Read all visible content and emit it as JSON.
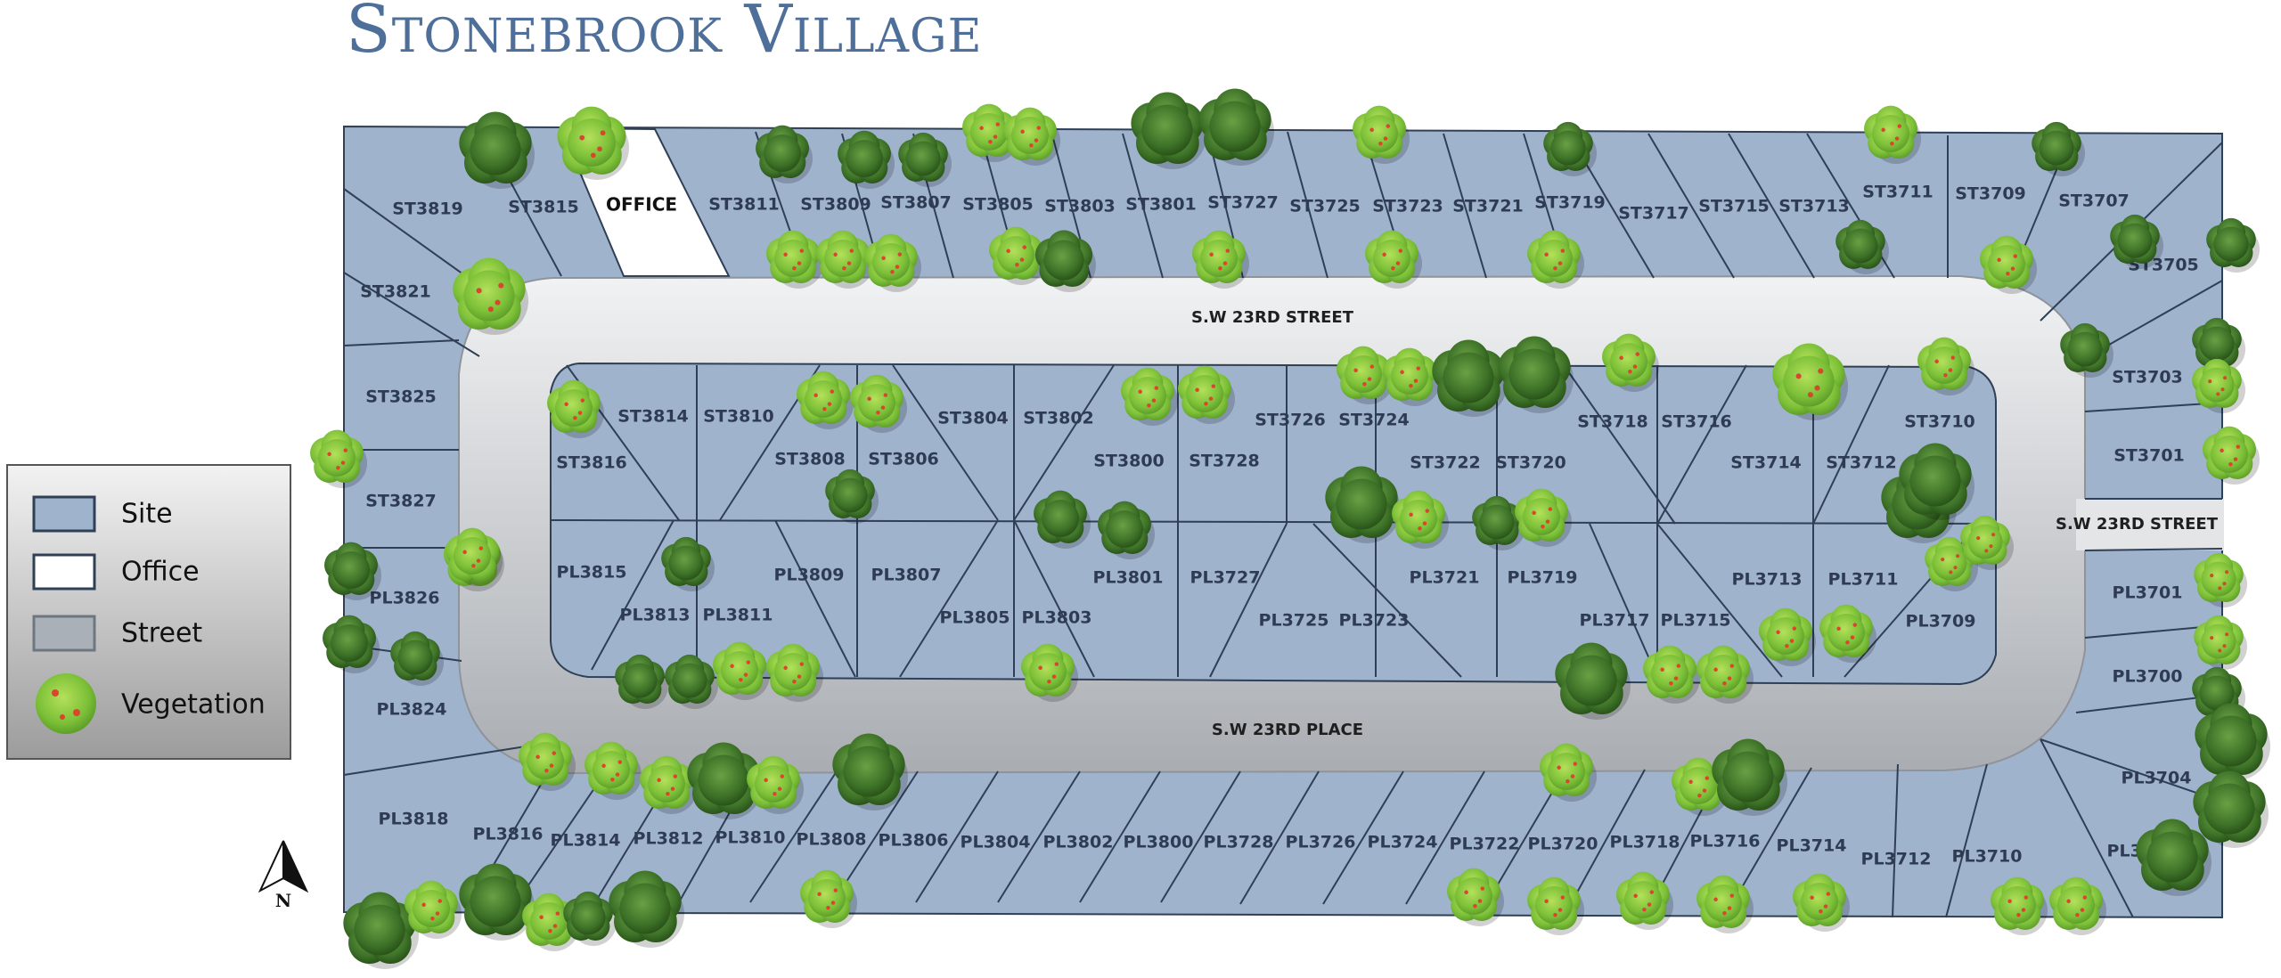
{
  "title": "Stonebrook Village",
  "colors": {
    "site": "#9fb3cd",
    "office": "#ffffff",
    "street": "#c9cdd1",
    "vegetation_light": "#8cc63f",
    "vegetation_dark": "#3f7a2a",
    "title": "#4e6f99"
  },
  "legend": {
    "items": [
      {
        "label": "Site",
        "icon": "site-swatch"
      },
      {
        "label": "Office",
        "icon": "office-swatch"
      },
      {
        "label": "Street",
        "icon": "street-swatch"
      },
      {
        "label": "Vegetation",
        "icon": "tree-icon"
      }
    ]
  },
  "compass": {
    "label": "N"
  },
  "streets": {
    "top": "S.W 23RD STREET",
    "right": "S.W 23RD STREET",
    "bottom": "S.W 23RD PLACE"
  },
  "office_label": "OFFICE",
  "lots": {
    "north_row": [
      "ST3819",
      "ST3815",
      "ST3811",
      "ST3809",
      "ST3807",
      "ST3805",
      "ST3803",
      "ST3801",
      "ST3727",
      "ST3725",
      "ST3723",
      "ST3721",
      "ST3719",
      "ST3717",
      "ST3715",
      "ST3713",
      "ST3711",
      "ST3709",
      "ST3707"
    ],
    "west_side": [
      "ST3821",
      "ST3825",
      "ST3827",
      "PL3826",
      "PL3824",
      "PL3818"
    ],
    "east_side": [
      "ST3705",
      "ST3703",
      "ST3701",
      "PL3701",
      "PL3700",
      "PL3704",
      "PL3706"
    ],
    "south_row": [
      "PL3816",
      "PL3814",
      "PL3812",
      "PL3810",
      "PL3808",
      "PL3806",
      "PL3804",
      "PL3802",
      "PL3800",
      "PL3728",
      "PL3726",
      "PL3724",
      "PL3722",
      "PL3720",
      "PL3718",
      "PL3716",
      "PL3714",
      "PL3712",
      "PL3710"
    ],
    "inner_north": [
      "ST3814",
      "ST3816",
      "ST3810",
      "ST3808",
      "ST3806",
      "ST3804",
      "ST3802",
      "ST3800",
      "ST3728",
      "ST3726",
      "ST3724",
      "ST3722",
      "ST3720",
      "ST3718",
      "ST3716",
      "ST3714",
      "ST3712",
      "ST3710"
    ],
    "inner_south": [
      "PL3815",
      "PL3813",
      "PL3811",
      "PL3809",
      "PL3807",
      "PL3805",
      "PL3803",
      "PL3801",
      "PL3727",
      "PL3725",
      "PL3723",
      "PL3721",
      "PL3719",
      "PL3717",
      "PL3715",
      "PL3713",
      "PL3711",
      "PL3709"
    ]
  }
}
